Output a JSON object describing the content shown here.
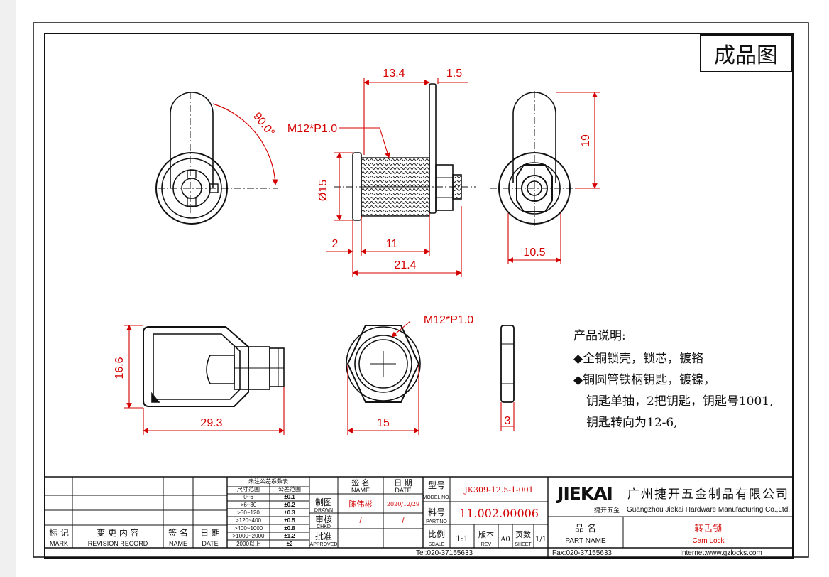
{
  "sheet_title": "成品图",
  "dimensions": {
    "d_13_4": "13.4",
    "d_1_5": "1.5",
    "d_19": "19",
    "d_15_dia": "Ø15",
    "d_2": "2",
    "d_11": "11",
    "d_21_4": "21.4",
    "d_10_5": "10.5",
    "d_16_6": "16.6",
    "d_29_3": "29.3",
    "d_15": "15",
    "d_3": "3",
    "angle": "90.0°",
    "thread_1": "M12*P1.0",
    "thread_2": "M12*P1.0"
  },
  "notes": {
    "title": "产品说明:",
    "line1": "◆全铜锁壳，锁芯，镀铬",
    "line2": "◆铜圆管铁柄钥匙，镀镍，",
    "line3": "钥匙单抽，2把钥匙，钥匙号1001,",
    "line4": "钥匙转向为12-6,"
  },
  "title_block": {
    "revision": {
      "mark_cn": "标 记",
      "mark_en": "MARK",
      "record_cn": "变 更 内 容",
      "record_en": "REVISION RECORD",
      "name_cn": "签 名",
      "name_en": "NAME",
      "date_cn": "日 期",
      "date_en": "DATE"
    },
    "tolerance": {
      "title": "未注公差系数表",
      "col1": "尺寸范围",
      "col2": "公差范围",
      "rows": [
        {
          "range": "0~6",
          "tol": "±0.1"
        },
        {
          "range": ">6~30",
          "tol": "±0.2"
        },
        {
          "range": ">30~120",
          "tol": "±0.3"
        },
        {
          "range": ">120~400",
          "tol": "±0.5"
        },
        {
          "range": ">400~1000",
          "tol": "±0.8"
        },
        {
          "range": ">1000~2000",
          "tol": "±1.2"
        },
        {
          "range": "2000以上",
          "tol": "±2"
        }
      ]
    },
    "approvals": {
      "drawn_cn": "制图",
      "drawn_en": "DRAWN",
      "chkd_cn": "审核",
      "chkd_en": "CHKD",
      "approved_cn": "批准",
      "approved_en": "APPROVED",
      "sign_cn": "签 名",
      "sign_en": "NAME",
      "date_cn": "日 期",
      "date_en": "DATE",
      "drawn_name": "陈伟彬",
      "drawn_date": "2020/12/29",
      "chkd_name": "/",
      "chkd_date": "/"
    },
    "model_cn": "型号",
    "model_en": "MODEL NO.",
    "model_value": "JK309-12.5-1-001",
    "part_cn": "料号",
    "part_en": "PART.NO",
    "part_value": "11.002.00006",
    "scale_cn": "比例",
    "scale_en": "SCALE",
    "scale_value": "1:1",
    "rev_cn": "版本",
    "rev_en": "REV",
    "rev_value": "A0",
    "sheet_cn": "页数",
    "sheet_en": "SHEET",
    "sheet_value": "1/1",
    "company_logo": "JIEKAI",
    "company_logo_sub": "捷开五金",
    "company_cn": "广州捷开五金制品有限公司",
    "company_en": "Guangzhou Jiekai Hardware Manufacturing Co.,Ltd.",
    "partname_cn": "品 名",
    "partname_en": "PART NAME",
    "product_cn": "转舌锁",
    "product_en": "Cam Lock",
    "tel": "Tel:020-37155633",
    "fax": "Fax:020-37155633",
    "web": "Internet:www.gzlocks.com"
  },
  "colors": {
    "dimension": "#d40000",
    "line": "#111111",
    "title_red": "#d40000"
  }
}
